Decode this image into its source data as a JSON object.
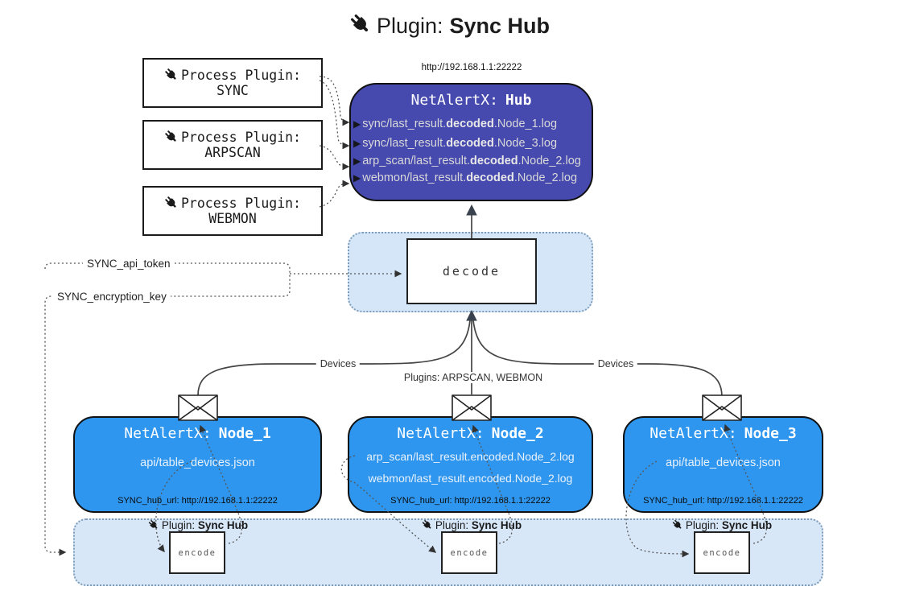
{
  "title": {
    "label": "Plugin:",
    "name": "Sync Hub"
  },
  "hub": {
    "url": "http://192.168.1.1:22222",
    "title_prefix": "NetAlertX:",
    "title_name": "Hub",
    "rows": [
      {
        "arrow": "▶",
        "pre": "sync/last_result.",
        "bold": "decoded",
        "post": ".Node_1.log"
      },
      {
        "arrow": "▶",
        "pre": "sync/last_result.",
        "bold": "decoded",
        "post": ".Node_3.log"
      },
      {
        "arrow": "▶",
        "pre": "arp_scan/last_result.",
        "bold": "decoded",
        "post": ".Node_2.log"
      },
      {
        "arrow": "▶",
        "pre": "webmon/last_result.",
        "bold": "decoded",
        "post": ".Node_2.log"
      }
    ]
  },
  "process_plugins": [
    {
      "label": "Process Plugin:",
      "name": "SYNC"
    },
    {
      "label": "Process Plugin:",
      "name": "ARPSCAN"
    },
    {
      "label": "Process Plugin:",
      "name": "WEBMON"
    }
  ],
  "decode_label": "decode",
  "tokens": {
    "api_token": "SYNC_api_token",
    "encryption_key": "SYNC_encryption_key"
  },
  "edge_labels": {
    "left": "Devices",
    "center": "Plugins: ARPSCAN, WEBMON",
    "right": "Devices"
  },
  "nodes": [
    {
      "title_prefix": "NetAlertX:",
      "title_name": "Node_1",
      "lines": [
        "api/table_devices.json"
      ],
      "hub_url": "SYNC_hub_url: http://192.168.1.1:22222"
    },
    {
      "title_prefix": "NetAlertX:",
      "title_name": "Node_2",
      "lines": [
        "arp_scan/last_result.encoded.Node_2.log",
        "webmon/last_result.encoded.Node_2.log"
      ],
      "hub_url": "SYNC_hub_url: http://192.168.1.1:22222"
    },
    {
      "title_prefix": "NetAlertX:",
      "title_name": "Node_3",
      "lines": [
        "api/table_devices.json"
      ],
      "hub_url": "SYNC_hub_url: http://192.168.1.1:22222"
    }
  ],
  "encode_sections": [
    {
      "label": "Plugin:",
      "name": "Sync Hub",
      "box": "encode"
    },
    {
      "label": "Plugin:",
      "name": "Sync Hub",
      "box": "encode"
    },
    {
      "label": "Plugin:",
      "name": "Sync Hub",
      "box": "encode"
    }
  ],
  "icons": {
    "plug": "plug-icon",
    "envelope": "envelope-icon"
  },
  "colors": {
    "hub_fill": "#4649ad",
    "node_fill": "#2e96ee",
    "panel_fill": "#d7e7f8",
    "panel_border": "#7f9db9",
    "connector": "#444444",
    "hub_row_text": "#d9d9d9"
  }
}
